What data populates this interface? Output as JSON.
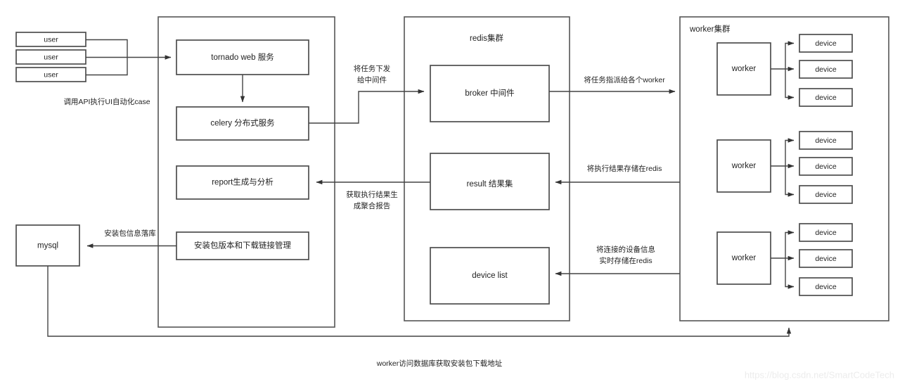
{
  "diagram": {
    "title_watermark": "https://blog.csdn.net/SmartCodeTech",
    "bottom_caption": "worker访问数据库获取安装包下载地址",
    "users_caption": "调用API执行UI自动化case",
    "colors": {
      "background": "#ffffff",
      "panel_stroke": "#555555",
      "node_stroke": "#4d4d4d",
      "connector": "#444444",
      "text": "#1f1f1f",
      "watermark": "#ececec"
    },
    "clients": {
      "items": [
        {
          "label": "user"
        },
        {
          "label": "user"
        },
        {
          "label": "user"
        }
      ]
    },
    "server_panel": {
      "title": "",
      "nodes": [
        {
          "id": "tornado",
          "label": "tornado web 服务"
        },
        {
          "id": "celery",
          "label": "celery 分布式服务"
        },
        {
          "id": "report",
          "label": "report生成与分析"
        },
        {
          "id": "pkg",
          "label": "安装包版本和下载链接管理"
        }
      ]
    },
    "database": {
      "label": "mysql"
    },
    "redis_panel": {
      "title": "redis集群",
      "nodes": [
        {
          "id": "broker",
          "label": "broker 中间件"
        },
        {
          "id": "result",
          "label": "result 结果集"
        },
        {
          "id": "devlist",
          "label": "device list"
        }
      ]
    },
    "worker_panel": {
      "title": "worker集群",
      "workers": [
        {
          "label": "worker",
          "devices": [
            {
              "label": "device"
            },
            {
              "label": "device"
            },
            {
              "label": "device"
            }
          ]
        },
        {
          "label": "worker",
          "devices": [
            {
              "label": "device"
            },
            {
              "label": "device"
            },
            {
              "label": "device"
            }
          ]
        },
        {
          "label": "worker",
          "devices": [
            {
              "label": "device"
            },
            {
              "label": "device"
            },
            {
              "label": "device"
            }
          ]
        }
      ]
    },
    "edge_labels": {
      "dispatch_to_broker_l1": "将任务下发",
      "dispatch_to_broker_l2": "给中间件",
      "assign_to_worker": "将任务指派给各个worker",
      "store_result_in_redis": "将执行结果存储在redis",
      "fetch_result_l1": "获取执行结果生",
      "fetch_result_l2": "成聚合报告",
      "store_device_l1": "将连接的设备信息",
      "store_device_l2": "实时存储在redis",
      "package_to_db": "安装包信息落库"
    }
  }
}
